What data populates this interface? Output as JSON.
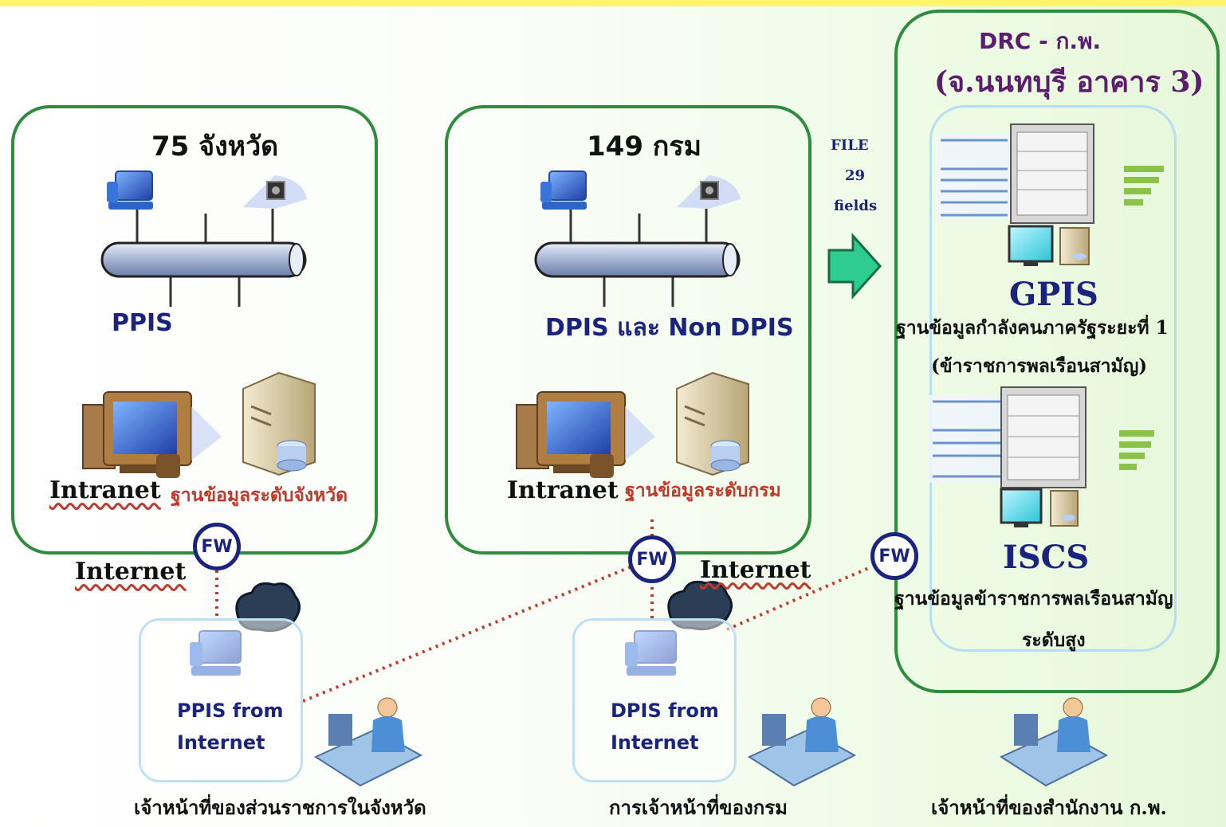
{
  "left": {
    "title": "75 จังหวัด",
    "system": "PPIS",
    "intranet": "Intranet",
    "db": "ฐานข้อมูลระดับจังหวัด",
    "internet": "Internet",
    "fw": "FW",
    "client_line1": "PPIS from",
    "client_line2": "Internet",
    "footer": "เจ้าหน้าที่ของส่วนราชการในจังหวัด"
  },
  "middle": {
    "title": "149 กรม",
    "system": "DPIS และ Non DPIS",
    "intranet": "Intranet",
    "db": "ฐานข้อมูลระดับกรม",
    "internet": "Internet",
    "fw": "FW",
    "client_line1": "DPIS from",
    "client_line2": "Internet",
    "footer": "การเจ้าหน้าที่ของกรม"
  },
  "transfer": {
    "line1": "FILE",
    "line2": "29",
    "line3": "fields"
  },
  "right": {
    "title1": "DRC - ก.พ.",
    "title2": "(จ.นนทบุรี อาคาร 3)",
    "gpis": "GPIS",
    "gpis_desc1": "ฐานข้อมูลกำลังคนภาครัฐระยะที่ 1",
    "gpis_desc2": "(ข้าราชการพลเรือนสามัญ)",
    "iscs": "ISCS",
    "iscs_desc1": "ฐานข้อมูลข้าราชการพลเรือนสามัญ",
    "iscs_desc2": "ระดับสูง",
    "fw": "FW",
    "footer": "เจ้าหน้าที่ของสำนักงาน ก.พ."
  },
  "colors": {
    "panel_border": "#2e8c3c",
    "navy": "#1a237e",
    "red": "#c0392b",
    "arrow": "#2ecc8f"
  },
  "icons": [
    "workstation-icon",
    "network-bus-icon",
    "desktop-computer-icon",
    "database-server-icon",
    "firewall-icon",
    "cloud-icon",
    "operator-icon",
    "server-rack-icon",
    "arrow-right-icon"
  ]
}
